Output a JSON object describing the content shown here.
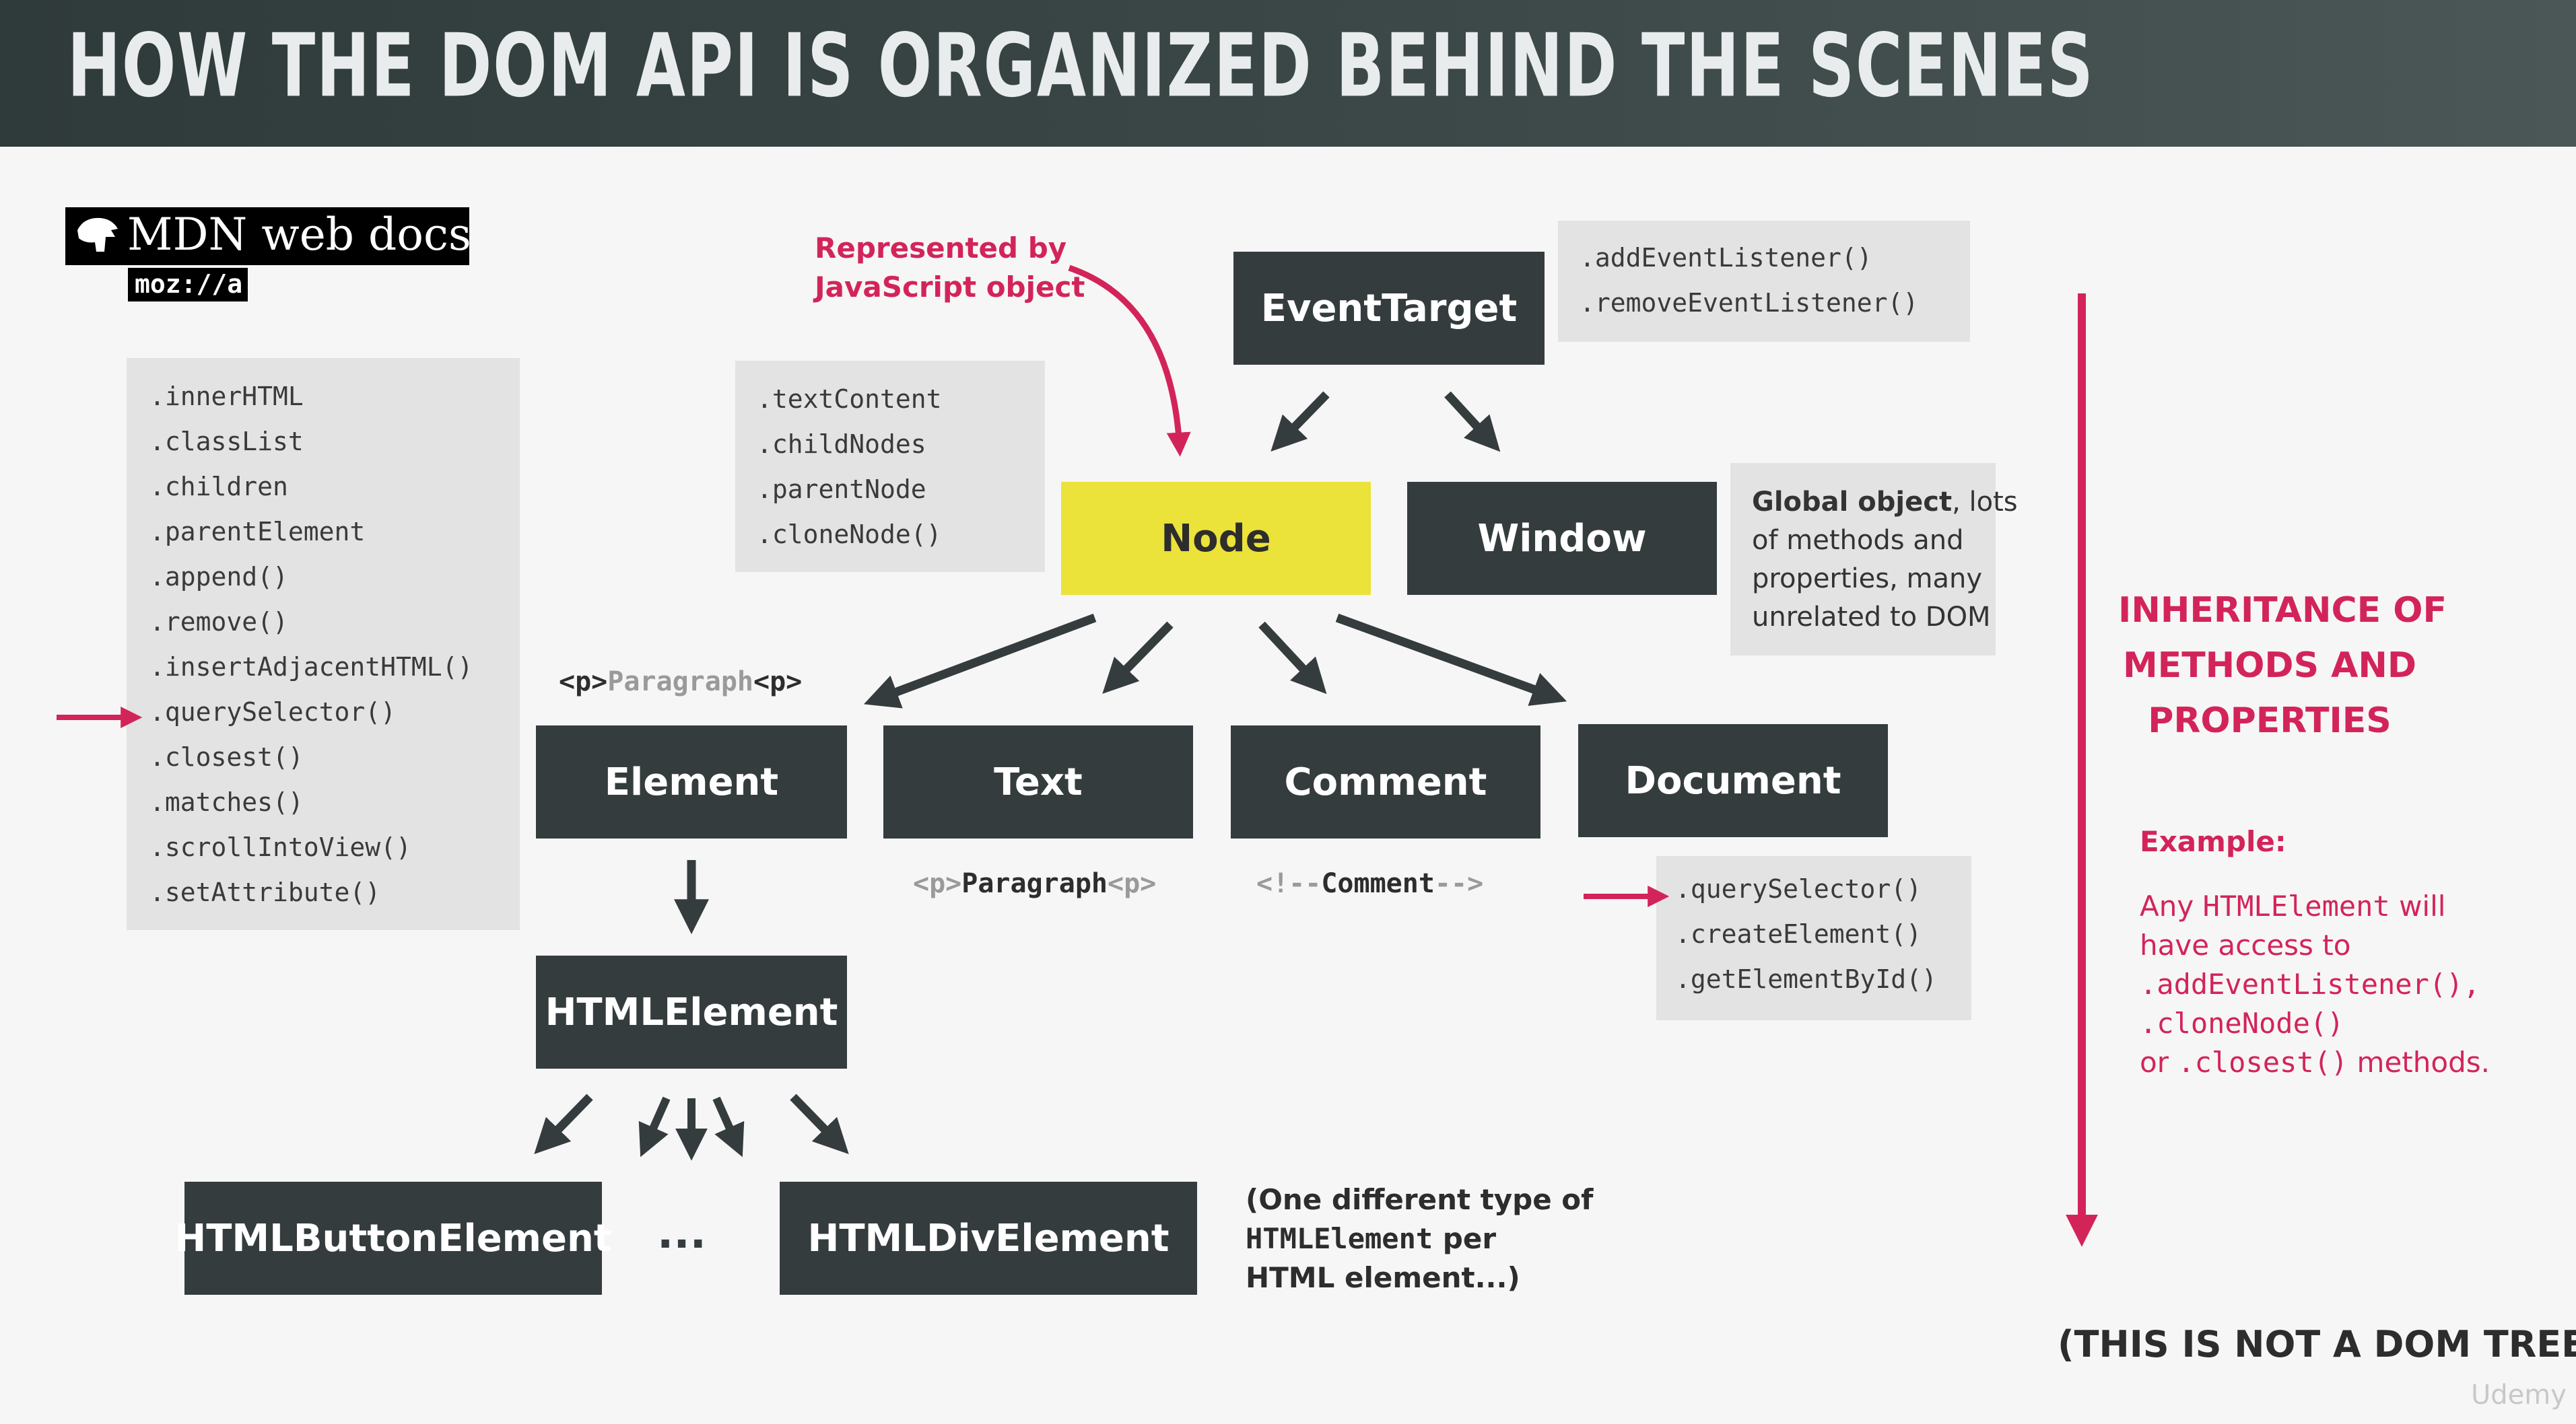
{
  "title": "HOW THE DOM API IS ORGANIZED BEHIND THE SCENES",
  "mdn": {
    "logo_text": "MDN web docs",
    "mozilla": "moz://a"
  },
  "colors": {
    "accent": "#d3245a",
    "node_yellow": "#ebe23a",
    "box_dark": "#353c3e",
    "panel_gray": "#e3e3e3"
  },
  "annotation_represented": {
    "line1": "Represented by",
    "line2": "JavaScript object"
  },
  "boxes": {
    "event_target": "EventTarget",
    "node": "Node",
    "window": "Window",
    "element": "Element",
    "text": "Text",
    "comment": "Comment",
    "document": "Document",
    "html_element": "HTMLElement",
    "html_button_element": "HTMLButtonElement",
    "ellipsis": "...",
    "html_div_element": "HTMLDivElement"
  },
  "event_target_methods": [
    ".addEventListener()",
    ".removeEventListener()"
  ],
  "node_methods": [
    ".textContent",
    ".childNodes",
    ".parentNode",
    ".cloneNode()"
  ],
  "element_methods": [
    ".innerHTML",
    ".classList",
    ".children",
    ".parentElement",
    ".append()",
    ".remove()",
    ".insertAdjacentHTML()",
    ".querySelector()",
    ".closest()",
    ".matches()",
    ".scrollIntoView()",
    ".setAttribute()"
  ],
  "document_methods": [
    ".querySelector()",
    ".createElement()",
    ".getElementById()"
  ],
  "window_note": {
    "bold": "Global object",
    "rest1": ", lots",
    "line2": "of methods and",
    "line3": "properties, many",
    "line4": "unrelated to DOM"
  },
  "element_example": {
    "open_tag": "<p>",
    "content": "Paragraph",
    "close_tag": "<p>"
  },
  "text_example": {
    "open_tag": "<p>",
    "content": "Paragraph",
    "close_tag": "<p>"
  },
  "comment_example": {
    "open": "<!--",
    "content": "Comment",
    "close": "-->"
  },
  "html_element_note": {
    "line1": "(One different type of",
    "line2_code": "HTMLElement",
    "line2_rest": " per",
    "line3": "HTML element...)"
  },
  "inheritance": {
    "line1": "INHERITANCE OF",
    "line2": "METHODS AND",
    "line3": "PROPERTIES"
  },
  "example": {
    "label": "Example:",
    "line1_pre": "Any ",
    "line1_code": "HTMLElement",
    "line1_post": " will",
    "line2": "have access to",
    "line3_code": ".addEventListener(),",
    "line4_code": ".cloneNode()",
    "line5_pre": "or ",
    "line5_code": ".closest()",
    "line5_post": " methods."
  },
  "footer_note": "(THIS IS NOT A DOM TREE)",
  "watermark": "Udemy"
}
